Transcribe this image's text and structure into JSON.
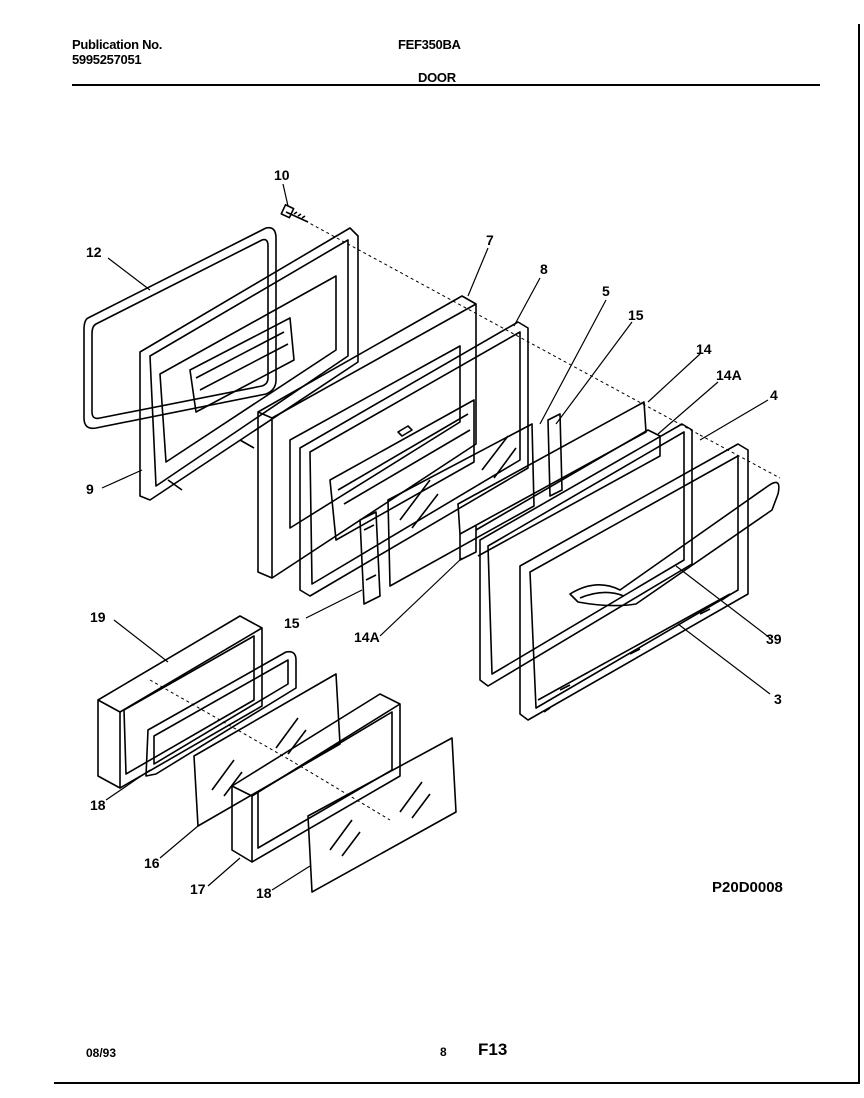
{
  "header": {
    "publication_label": "Publication No.",
    "publication_number": "5995257051",
    "model": "FEF350BA",
    "section": "DOOR"
  },
  "diagram": {
    "callouts": [
      "10",
      "12",
      "7",
      "8",
      "5",
      "15",
      "14",
      "14A",
      "4",
      "9",
      "15",
      "14A",
      "39",
      "3",
      "19",
      "18",
      "16",
      "17",
      "18"
    ],
    "figure_id": "P20D0008"
  },
  "footer": {
    "date": "08/93",
    "page": "8",
    "code": "F13"
  }
}
